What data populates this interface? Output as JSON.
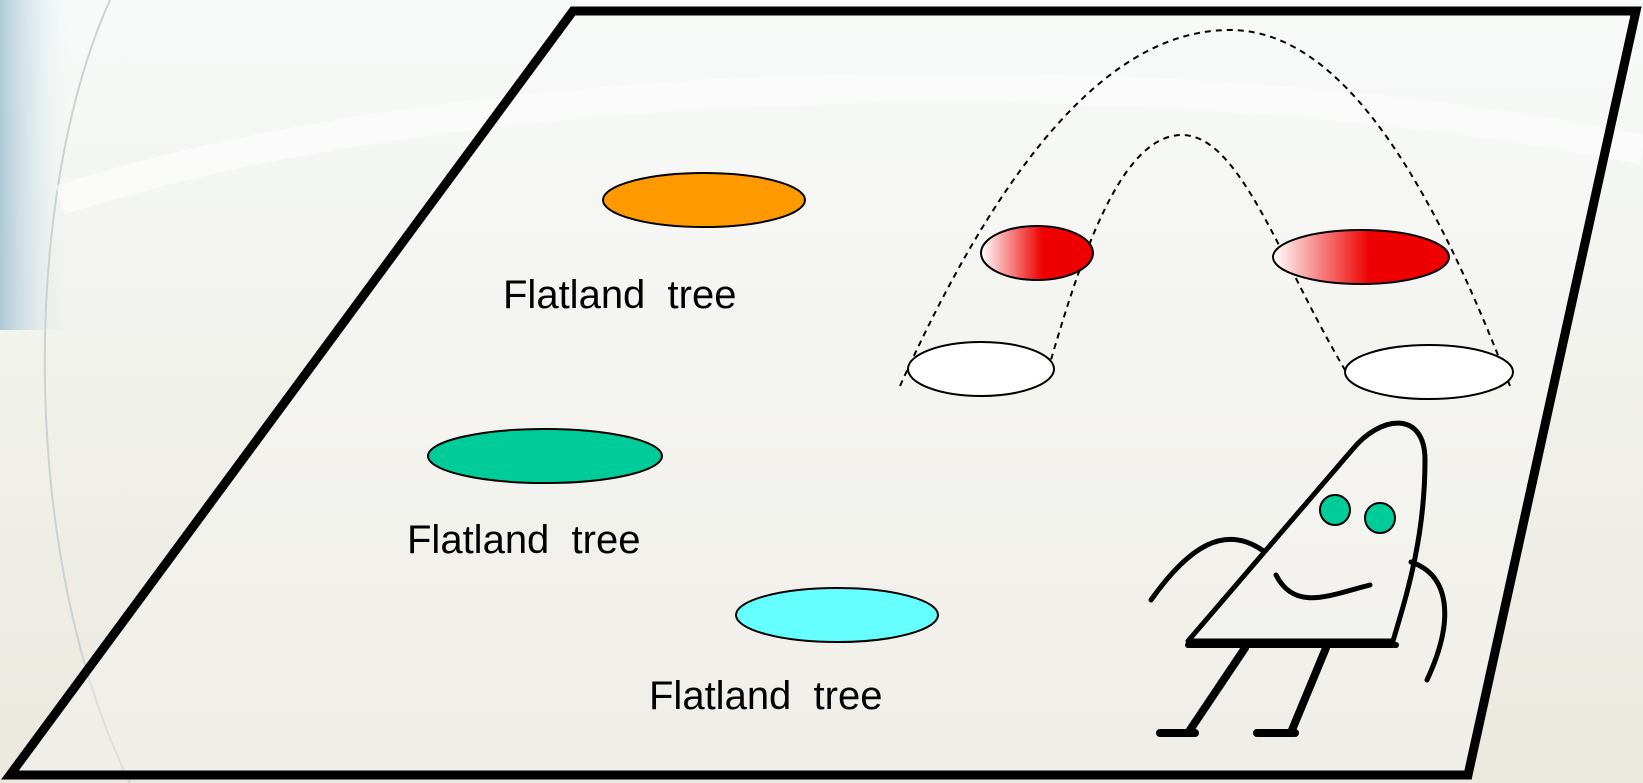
{
  "labels": {
    "tree_1": "Flatland  tree",
    "tree_2": "Flatland  tree",
    "tree_3": "Flatland  tree"
  },
  "colors": {
    "tree_orange": "#ff9900",
    "tree_green": "#00cc99",
    "tree_cyan": "#66ffff",
    "hovering_red": "#ee0000",
    "creature_eyes": "#00cc99",
    "outline": "#000000"
  }
}
